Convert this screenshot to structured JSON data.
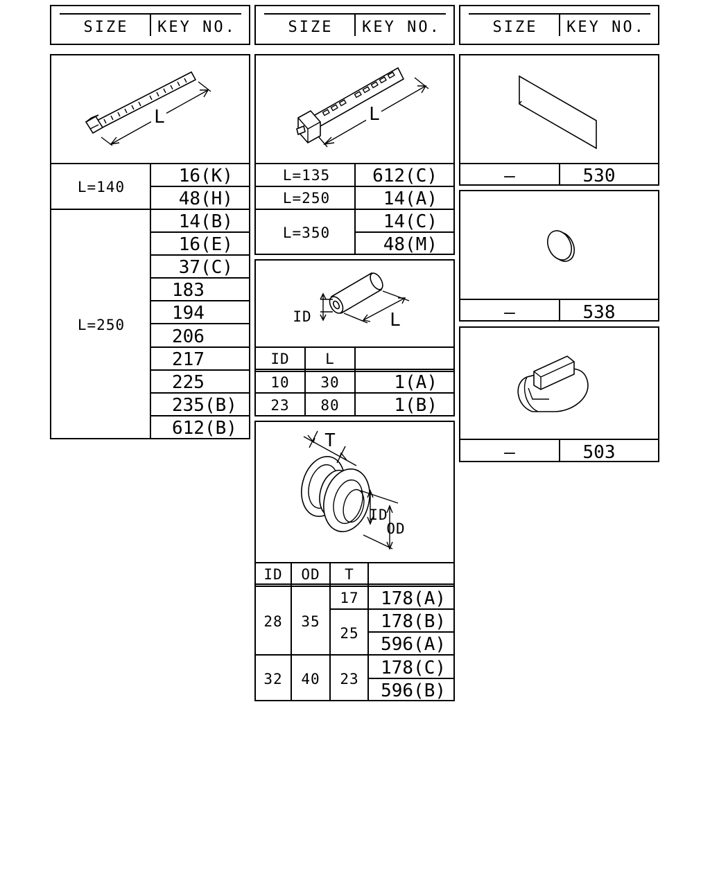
{
  "header": {
    "size_label": "SIZE",
    "key_label": "KEY NO."
  },
  "cable_tie_1": {
    "dim_label": "L",
    "groups": [
      {
        "size": "L=140",
        "keys": [
          "16(K)",
          "48(H)"
        ]
      },
      {
        "size": "L=250",
        "keys": [
          "14(B)",
          "16(E)",
          "37(C)",
          "183",
          "194",
          "206",
          "217",
          "225",
          "235(B)",
          "612(B)"
        ]
      }
    ]
  },
  "cable_tie_2": {
    "dim_label": "L",
    "groups": [
      {
        "size": "L=135",
        "keys": [
          "612(C)"
        ]
      },
      {
        "size": "L=250",
        "keys": [
          "14(A)"
        ]
      },
      {
        "size": "L=350",
        "keys": [
          "14(C)",
          "48(M)"
        ]
      }
    ]
  },
  "tube": {
    "id_label": "ID",
    "l_label": "L",
    "col_id": "ID",
    "col_l": "L",
    "rows": [
      {
        "id": "10",
        "l": "30",
        "key": "1(A)"
      },
      {
        "id": "23",
        "l": "80",
        "key": "1(B)"
      }
    ]
  },
  "grommet": {
    "t_label": "T",
    "id_label": "ID",
    "od_label": "OD",
    "col_id": "ID",
    "col_od": "OD",
    "col_t": "T",
    "groups": [
      {
        "id": "28",
        "od": "35",
        "sub": [
          {
            "t": "17",
            "keys": [
              "178(A)"
            ]
          },
          {
            "t": "25",
            "keys": [
              "178(B)",
              "596(A)"
            ]
          }
        ]
      },
      {
        "id": "32",
        "od": "40",
        "sub": [
          {
            "t": "23",
            "keys": [
              "178(C)",
              "596(B)"
            ]
          }
        ]
      }
    ]
  },
  "tape": {
    "size": "—",
    "key": "530"
  },
  "disc": {
    "size": "—",
    "key": "538"
  },
  "clip": {
    "size": "—",
    "key": "503"
  }
}
